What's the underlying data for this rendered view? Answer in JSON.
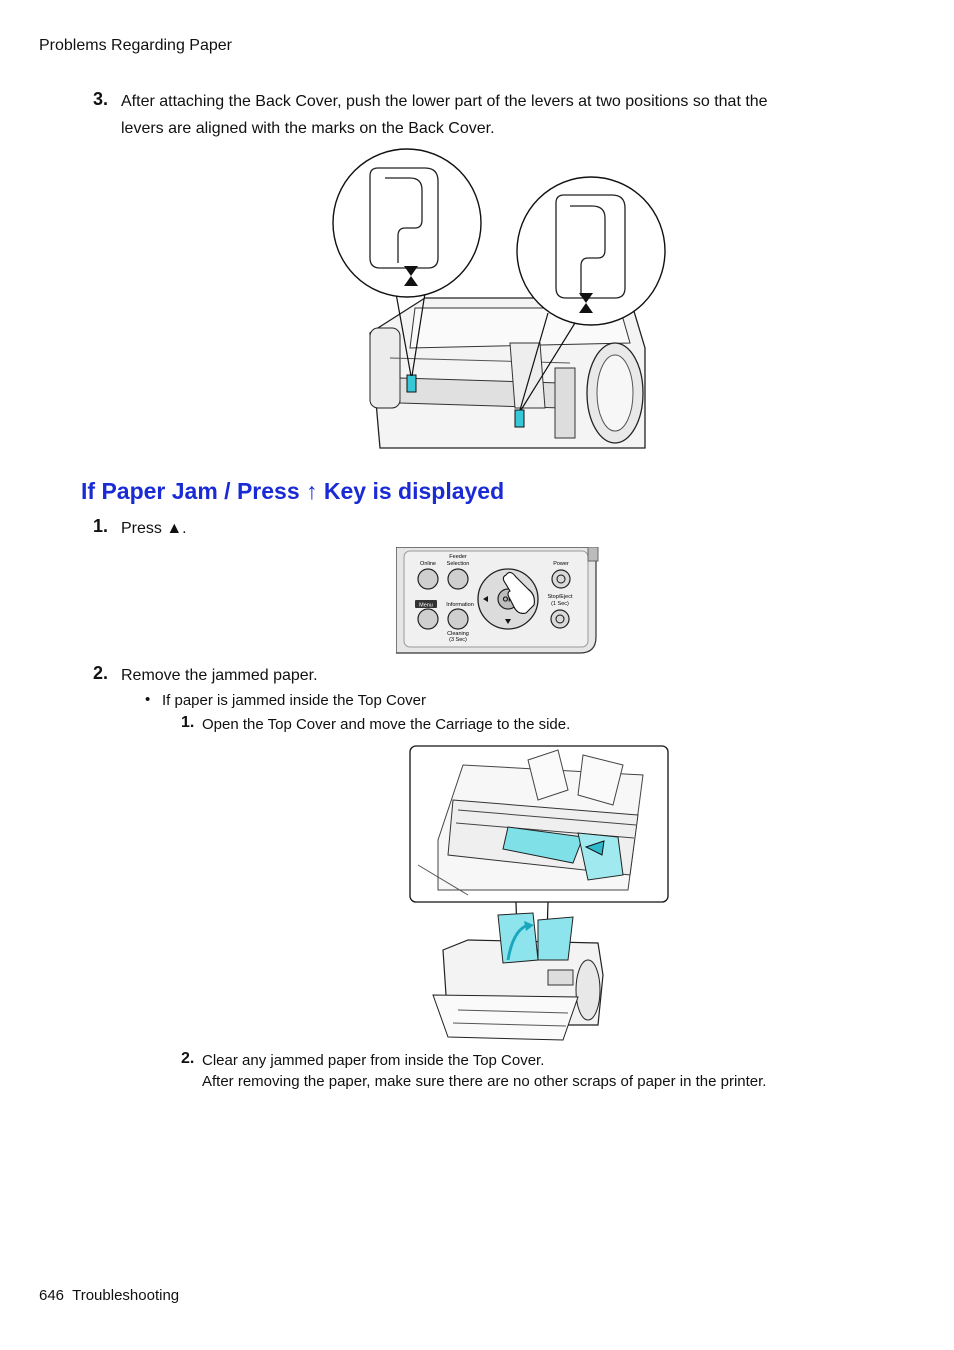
{
  "header": {
    "section": "Problems Regarding Paper"
  },
  "step_back_cover": {
    "number": "3.",
    "text_line1": "After attaching the Back Cover, push the lower part of the levers at two positions so that the",
    "text_line2": "levers are aligned with the marks on the Back Cover."
  },
  "section_heading": "If Paper Jam / Press ↑ Key is displayed",
  "steps": [
    {
      "number": "1.",
      "text": "Press ▲."
    },
    {
      "number": "2.",
      "text": "Remove the jammed paper."
    }
  ],
  "bullet": {
    "text": "If paper is jammed inside the Top Cover"
  },
  "substeps": [
    {
      "number": "1.",
      "text": "Open the Top Cover and move the Carriage to the side."
    },
    {
      "number": "2.",
      "text": "Clear any jammed paper from inside the Top Cover.",
      "note": "After removing the paper, make sure there are no other scraps of paper in the printer."
    }
  ],
  "panel": {
    "online": "Online",
    "feeder_line1": "Feeder",
    "feeder_line2": "Selection",
    "power": "Power",
    "menu": "Menu",
    "information": "Information",
    "ok": "OK",
    "stop_line1": "Stop/Eject",
    "stop_line2": "(1 Sec)",
    "cleaning_line1": "Cleaning",
    "cleaning_line2": "(3 Sec)"
  },
  "footer": {
    "page_number": "646",
    "chapter": "Troubleshooting"
  }
}
